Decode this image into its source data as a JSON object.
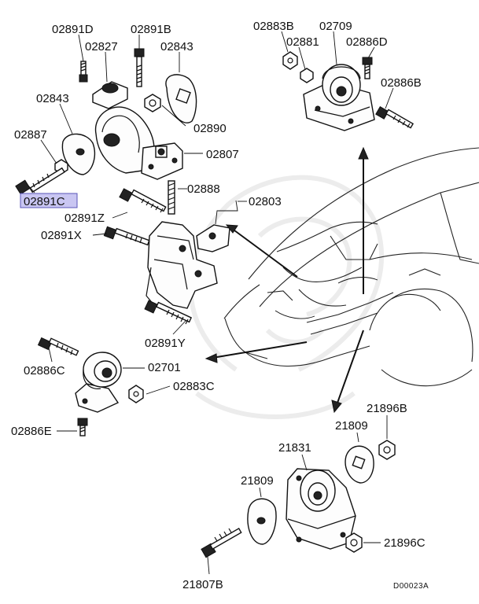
{
  "labels": {
    "p02891D": "02891D",
    "p02891B": "02891B",
    "p02827": "02827",
    "p02843_top": "02843",
    "p02843_left": "02843",
    "p02887": "02887",
    "p02890": "02890",
    "p02807": "02807",
    "p02891C": "02891C",
    "p02888": "02888",
    "p02803": "02803",
    "p02891Z": "02891Z",
    "p02891X": "02891X",
    "p02891Y": "02891Y",
    "p02883B": "02883B",
    "p02709": "02709",
    "p02881": "02881",
    "p02886D": "02886D",
    "p02886B": "02886B",
    "p02886C": "02886C",
    "p02701": "02701",
    "p02883C": "02883C",
    "p02886E": "02886E",
    "p21896B": "21896B",
    "p21809_right": "21809",
    "p21831": "21831",
    "p21809_left": "21809",
    "p21896C": "21896C",
    "p21807B": "21807B"
  },
  "diagram_code": "D00023A",
  "highlight_color": "#c9c6f2"
}
